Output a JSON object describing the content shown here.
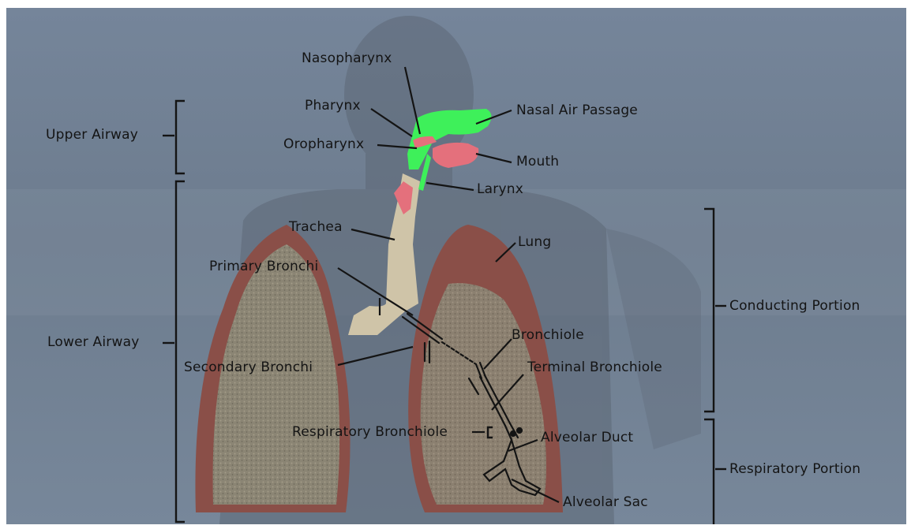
{
  "labels": {
    "nasopharynx": "Nasopharynx",
    "pharynx": "Pharynx",
    "oropharynx": "Oropharynx",
    "nasal_air_passage": "Nasal Air Passage",
    "mouth": "Mouth",
    "larynx": "Larynx",
    "trachea": "Trachea",
    "lung": "Lung",
    "primary_bronchi": "Primary Bronchi",
    "bronchiole": "Bronchiole",
    "secondary_bronchi": "Secondary Bronchi",
    "terminal_bronchiole": "Terminal Bronchiole",
    "respiratory_bronchiole": "Respiratory Bronchiole",
    "alveolar_duct": "Alveolar Duct",
    "alveolar_sac": "Alveolar Sac"
  },
  "groups": {
    "upper_airway": "Upper Airway",
    "lower_airway": "Lower Airway",
    "conducting_portion": "Conducting Portion",
    "respiratory_portion": "Respiratory Portion"
  },
  "colors": {
    "background": "#6f7f90",
    "lung": "#8a4f48",
    "lung_inner": "#8c8676",
    "nasal_green": "#3ef05a",
    "mouth_pink": "#e4707c",
    "trachea": "#cfc4a8",
    "line": "#141414"
  }
}
